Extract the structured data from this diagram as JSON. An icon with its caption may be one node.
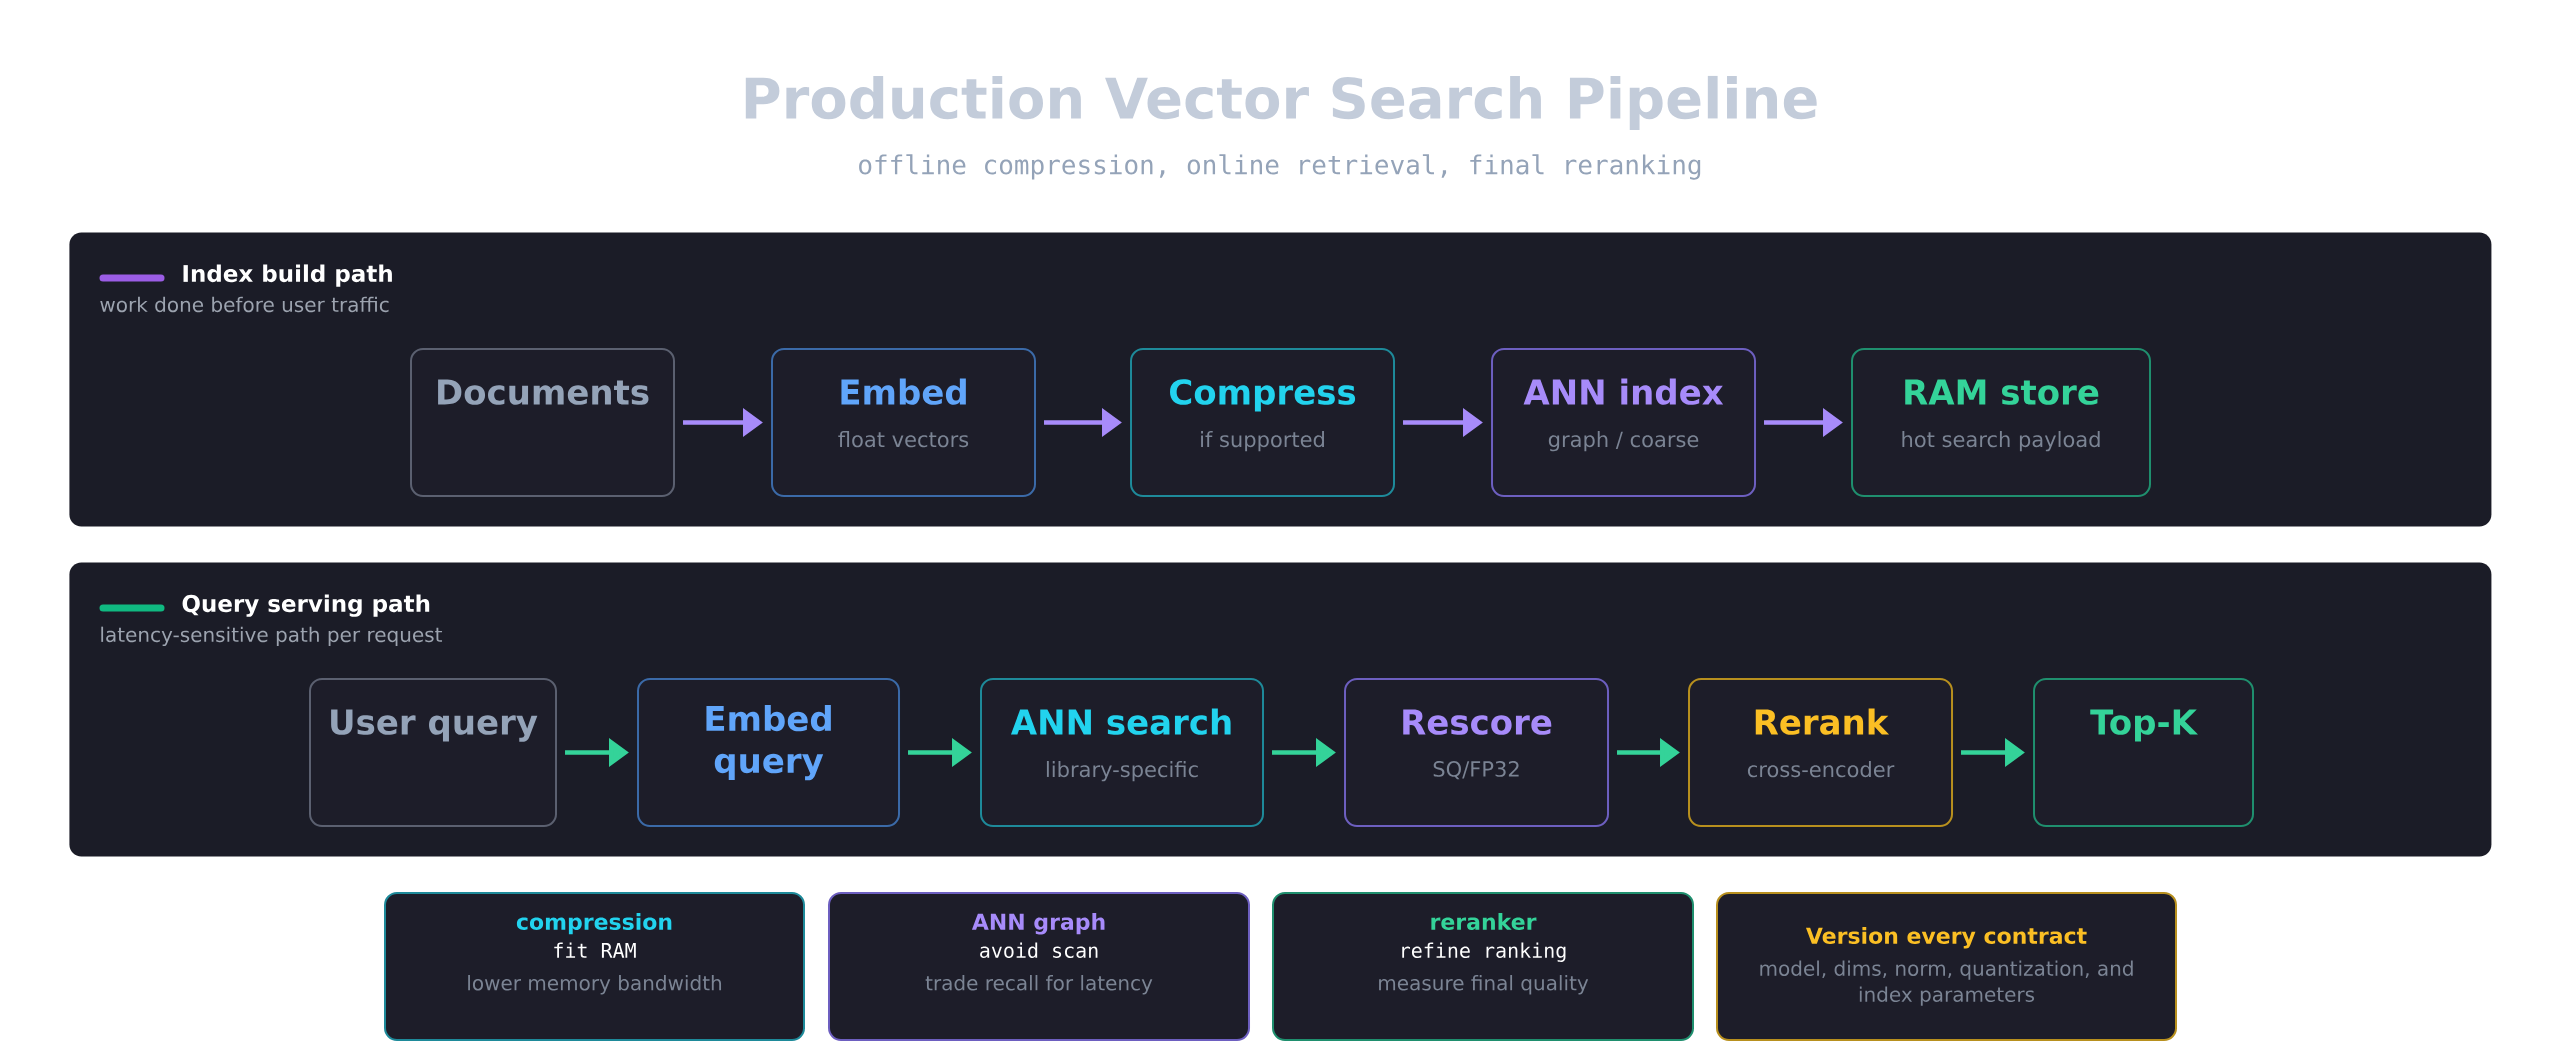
{
  "diagram": {
    "title": "Production Vector Search Pipeline",
    "caption": "offline compression, online retrieval, final reranking",
    "nodes": [
      {
        "text": [
          "Index build path",
          "work done before user traffic"
        ]
      },
      {
        "text": [
          "Documents"
        ],
        "in": 0
      },
      {
        "text": [
          "Embed",
          "float vectors"
        ],
        "in": 0
      },
      {
        "text": [
          "Compress",
          "if supported"
        ],
        "in": 0
      },
      {
        "text": [
          "ANN index",
          "graph / coarse"
        ],
        "in": 0
      },
      {
        "text": [
          "RAM store",
          "hot search payload"
        ],
        "in": 0
      },
      {
        "text": [
          "Query serving path",
          "latency-sensitive path per request"
        ]
      },
      {
        "text": [
          "User query"
        ],
        "in": 6
      },
      {
        "text": [
          "Embed query"
        ],
        "in": 6
      },
      {
        "text": [
          "ANN search",
          "library-specific"
        ],
        "in": 6
      },
      {
        "text": [
          "Rescore",
          "SQ/FP32"
        ],
        "in": 6
      },
      {
        "text": [
          "Rerank",
          "cross-encoder"
        ],
        "in": 6
      },
      {
        "text": [
          "Top-K"
        ],
        "in": 6
      },
      {
        "text": [
          "compression",
          "fit RAM",
          "lower memory bandwidth"
        ]
      },
      {
        "text": [
          "ANN graph",
          "avoid scan",
          "trade recall for latency"
        ]
      },
      {
        "text": [
          "reranker",
          "refine ranking",
          "measure final quality"
        ]
      },
      {
        "text": [
          "Version every contract",
          "model, dims, norm, quantization, and index parameters"
        ]
      }
    ],
    "edges": [
      {
        "from": 1,
        "to": 2,
        "arrow": "to",
        "color": "#a78bfa"
      },
      {
        "from": 2,
        "to": 3,
        "arrow": "to",
        "color": "#a78bfa"
      },
      {
        "from": 3,
        "to": 4,
        "arrow": "to",
        "color": "#a78bfa"
      },
      {
        "from": 4,
        "to": 5,
        "arrow": "to",
        "color": "#a78bfa"
      },
      {
        "from": 7,
        "to": 8,
        "arrow": "to"
      },
      {
        "from": 8,
        "to": 9,
        "arrow": "to"
      },
      {
        "from": 9,
        "to": 10,
        "arrow": "to"
      },
      {
        "from": 10,
        "to": 11,
        "arrow": "to"
      },
      {
        "from": 11,
        "to": 12,
        "arrow": "to"
      }
    ]
  }
}
